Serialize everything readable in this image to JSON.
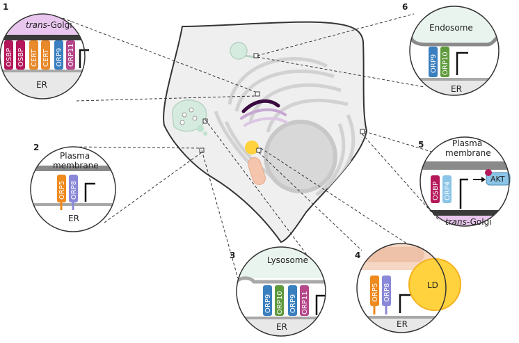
{
  "panels": {
    "p1": {
      "number": "1",
      "top_prefix": "trans",
      "top_suffix": "-Golgi",
      "bottom": "ER",
      "proteins": [
        "OSBP",
        "OSBP",
        "CERT",
        "CERT",
        "ORP9",
        "ORP11"
      ]
    },
    "p2": {
      "number": "2",
      "top_line1": "Plasma",
      "top_line2": "membrane",
      "bottom": "ER",
      "proteins": [
        "ORP5",
        "ORP8"
      ]
    },
    "p3": {
      "number": "3",
      "top": "Lysosome",
      "bottom": "ER",
      "proteins": [
        "ORP9",
        "ORP10",
        "ORP9",
        "ORP11"
      ]
    },
    "p4": {
      "number": "4",
      "organelle": "LD",
      "bottom": "ER",
      "proteins": [
        "ORP5",
        "ORP8"
      ]
    },
    "p5": {
      "number": "5",
      "top_line1": "Plasma",
      "top_line2": "membrane",
      "effector": "AKT",
      "bottom_prefix": "trans",
      "bottom_suffix": "-Golgi",
      "proteins": [
        "OSBP",
        "ORP4"
      ]
    },
    "p6": {
      "number": "6",
      "top": "Endosome",
      "bottom": "ER",
      "proteins": [
        "ORP9",
        "ORP10"
      ]
    }
  },
  "colors": {
    "osbp": "#b5185a",
    "cert": "#e8892b",
    "orp9": "#3a7fbf",
    "orp10": "#5e9a3c",
    "orp11": "#b5478a",
    "orp5": "#ee8a1e",
    "orp8": "#8a88d8",
    "orp4": "#8ac4e6",
    "golgi": "#e8c6ee",
    "er_line": "#a8a8a8",
    "pm_band": "#8a8a8a",
    "dark_band": "#3a3a3a",
    "ld": "#ffd23e",
    "endosome": "#d6ebe0",
    "lysosome_fill": "#d6ebe0",
    "akt": "#8ac4e6",
    "cell": "#efefef",
    "nucleus": "#d8d8d8"
  }
}
